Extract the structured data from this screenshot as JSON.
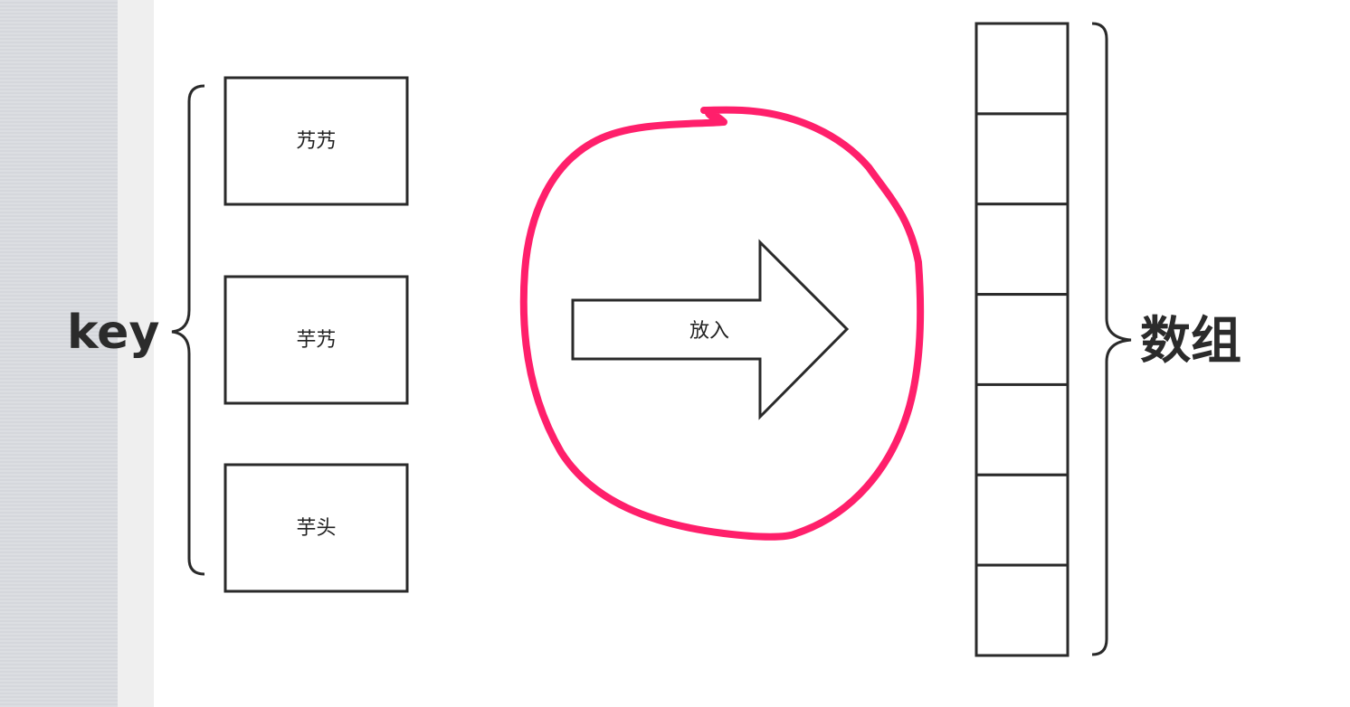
{
  "left_label": "key",
  "right_label": "数组",
  "keys": [
    {
      "label": "艿艿"
    },
    {
      "label": "芋艿"
    },
    {
      "label": "芋头"
    }
  ],
  "arrow_label": "放入",
  "array_slot_count": 7,
  "colors": {
    "stroke": "#2a2a2a",
    "highlight_circle": "#ff1f6b",
    "side_panel": "#d9dbe0"
  }
}
